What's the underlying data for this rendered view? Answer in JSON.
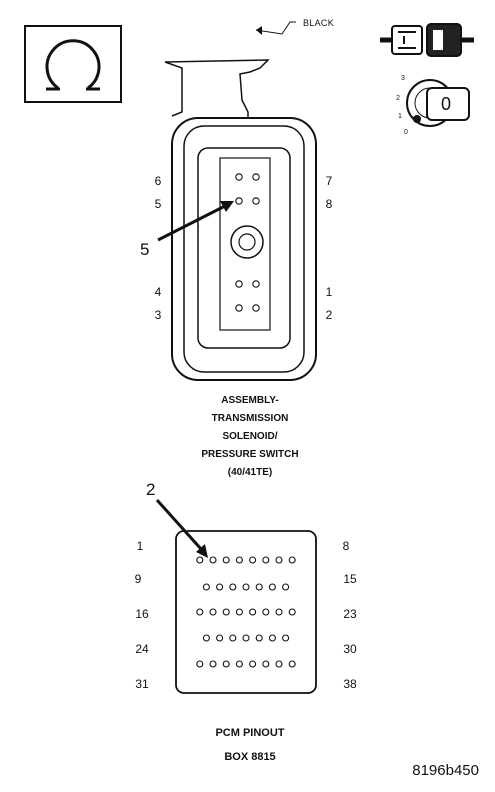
{
  "labels": {
    "black_wire": "BLACK",
    "callout_solenoid": "5",
    "callout_pcm": "2",
    "reference": "8196b450"
  },
  "solenoid_assembly": {
    "title_lines": [
      "ASSEMBLY-",
      "TRANSMISSION",
      "SOLENOID/",
      "PRESSURE SWITCH",
      "(40/41TE)"
    ],
    "pins_left": [
      "6",
      "5",
      "4",
      "3"
    ],
    "pins_right": [
      "7",
      "8",
      "1",
      "2"
    ]
  },
  "pcm": {
    "title": "PCM PINOUT",
    "subtitle": "BOX 8815",
    "row_labels": [
      {
        "start": "1",
        "end": "8"
      },
      {
        "start": "9",
        "end": "15"
      },
      {
        "start": "16",
        "end": "23"
      },
      {
        "start": "24",
        "end": "30"
      },
      {
        "start": "31",
        "end": "38"
      }
    ]
  },
  "ignition_key": {
    "positions": [
      "3",
      "2",
      "1",
      "0"
    ],
    "key_label": "0"
  },
  "icons": {
    "meter": "ohmmeter-icon",
    "connector": "disconnect-connector-icon",
    "ignition": "ignition-switch-icon"
  }
}
